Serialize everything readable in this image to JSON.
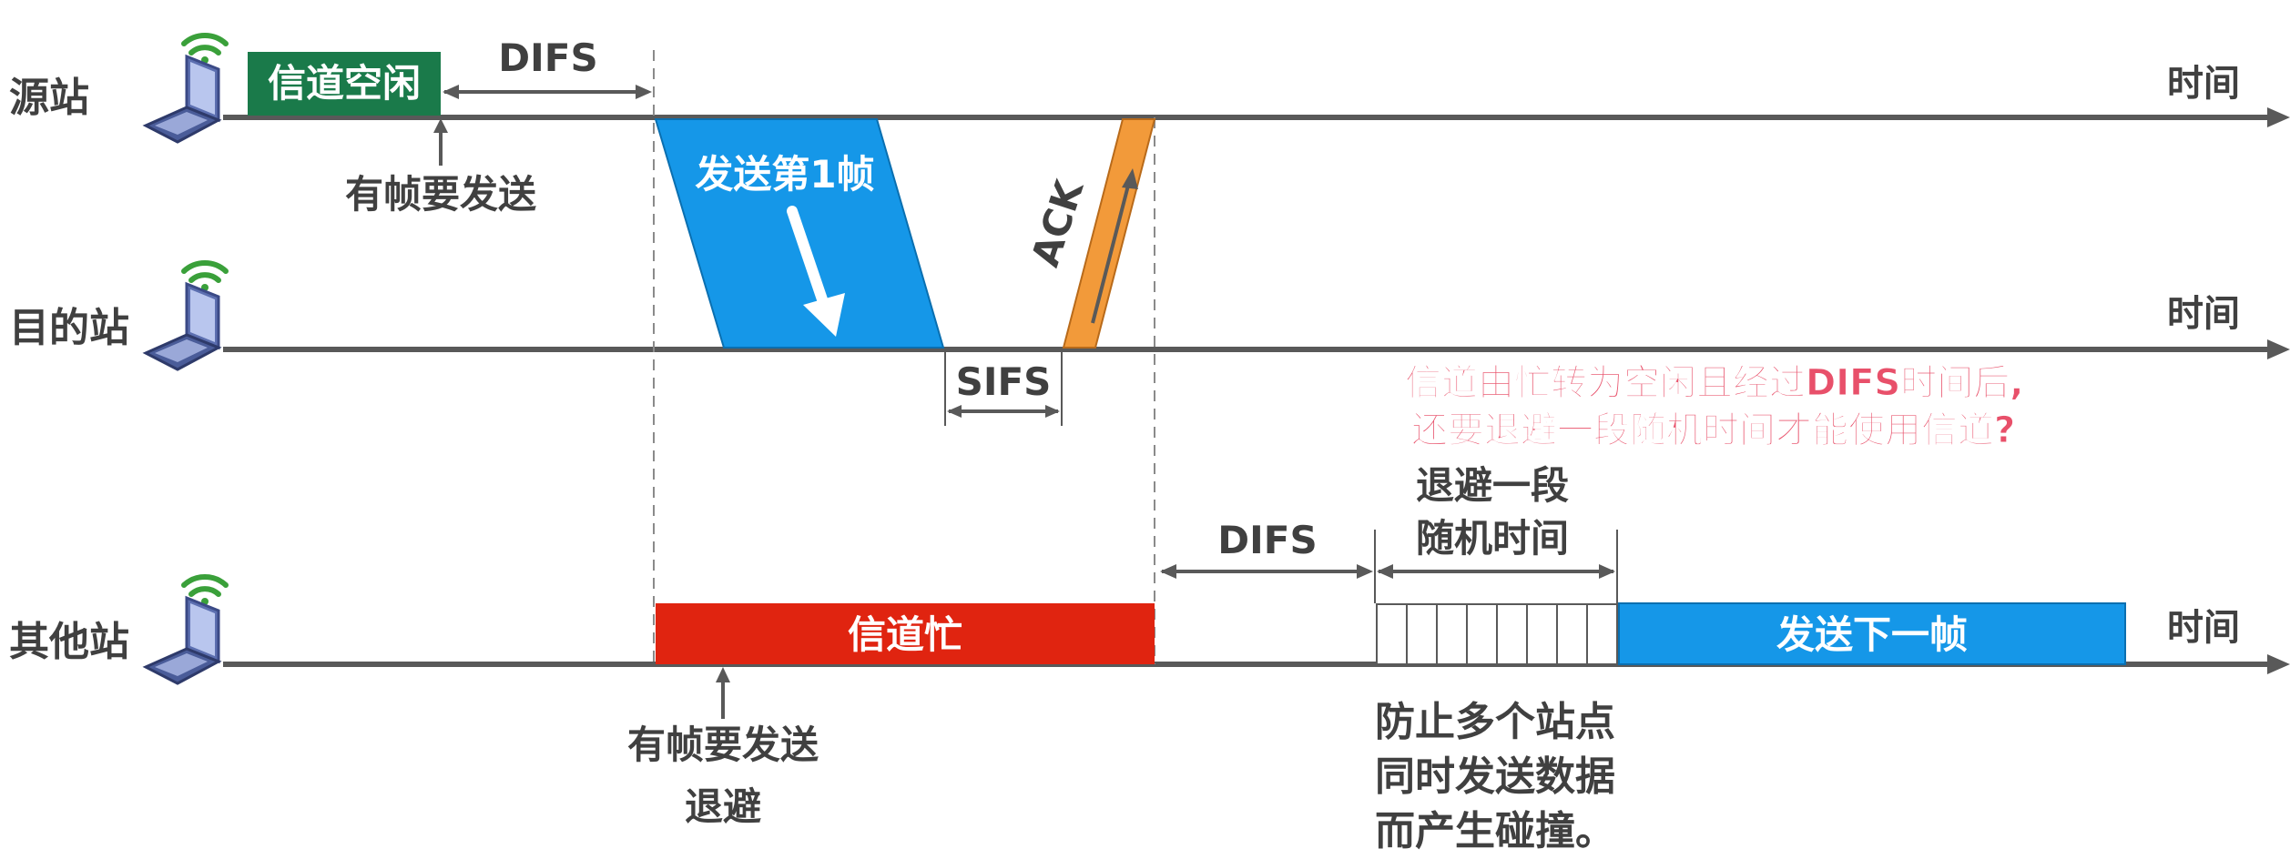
{
  "stations": {
    "source": "源站",
    "dest": "目的站",
    "other": "其他站"
  },
  "time_label": "时间",
  "source_row": {
    "idle_box": "信道空闲",
    "difs": "DIFS",
    "want_send": "有帧要发送"
  },
  "frame": {
    "label": "发送第1帧",
    "ack": "ACK",
    "sifs": "SIFS"
  },
  "question": {
    "line1": "信道由忙转为空闲且经过DIFS时间后,",
    "line2": "还要退避一段随机时间才能使用信道?"
  },
  "other_row": {
    "busy_box": "信道忙",
    "difs": "DIFS",
    "backoff_line1": "退避一段",
    "backoff_line2": "随机时间",
    "next_frame": "发送下一帧",
    "want_send": "有帧要发送",
    "backoff": "退避",
    "reason_line1": "防止多个站点",
    "reason_line2": "同时发送数据",
    "reason_line3": "而产生碰撞。"
  },
  "colors": {
    "timeline": "#595959",
    "idle_green": "#1a7a4a",
    "frame_blue": "#1597e8",
    "ack_orange": "#f29a3a",
    "busy_red": "#e02410",
    "question_red": "#e8506a",
    "text_dark": "#404040"
  }
}
